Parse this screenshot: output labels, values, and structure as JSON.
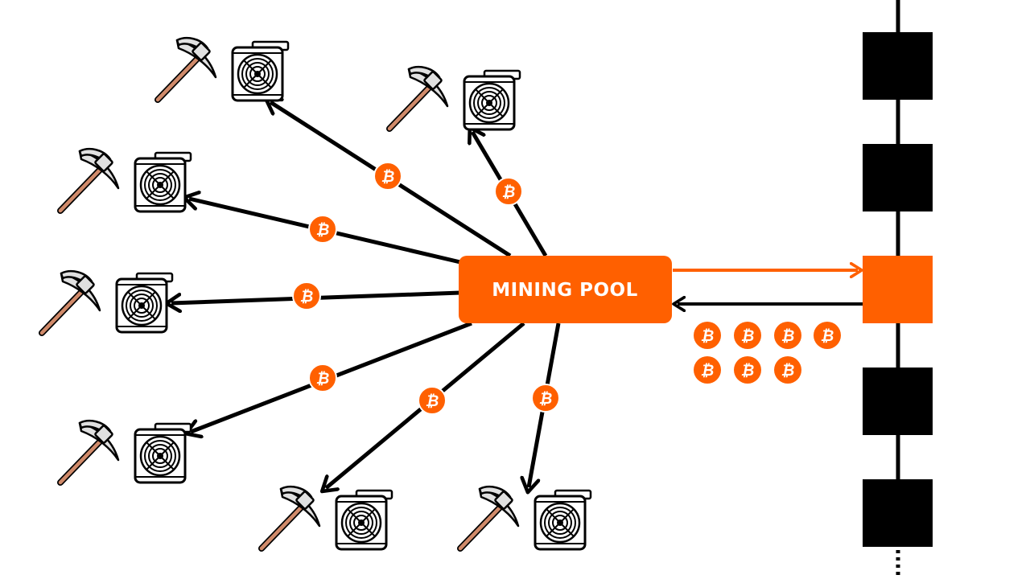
{
  "colors": {
    "accent": "#FF6000",
    "line": "#000000",
    "background": "#FFFFFF",
    "pick_handle": "#D08A6A",
    "pick_head": "#E0E0E0"
  },
  "pool": {
    "label": "MINING POOL"
  },
  "coin": {
    "symbol": "₿",
    "icon": "bitcoin-coin-icon"
  },
  "miners": [
    {
      "id": "top-left"
    },
    {
      "id": "top-center"
    },
    {
      "id": "upper-left"
    },
    {
      "id": "middle-left"
    },
    {
      "id": "lower-left"
    },
    {
      "id": "bottom-center"
    },
    {
      "id": "bottom-right"
    }
  ],
  "blockchain": {
    "blocks": [
      "block",
      "block",
      "current-block",
      "block",
      "block"
    ],
    "continues": true
  },
  "reward_coins": {
    "count": 7
  }
}
